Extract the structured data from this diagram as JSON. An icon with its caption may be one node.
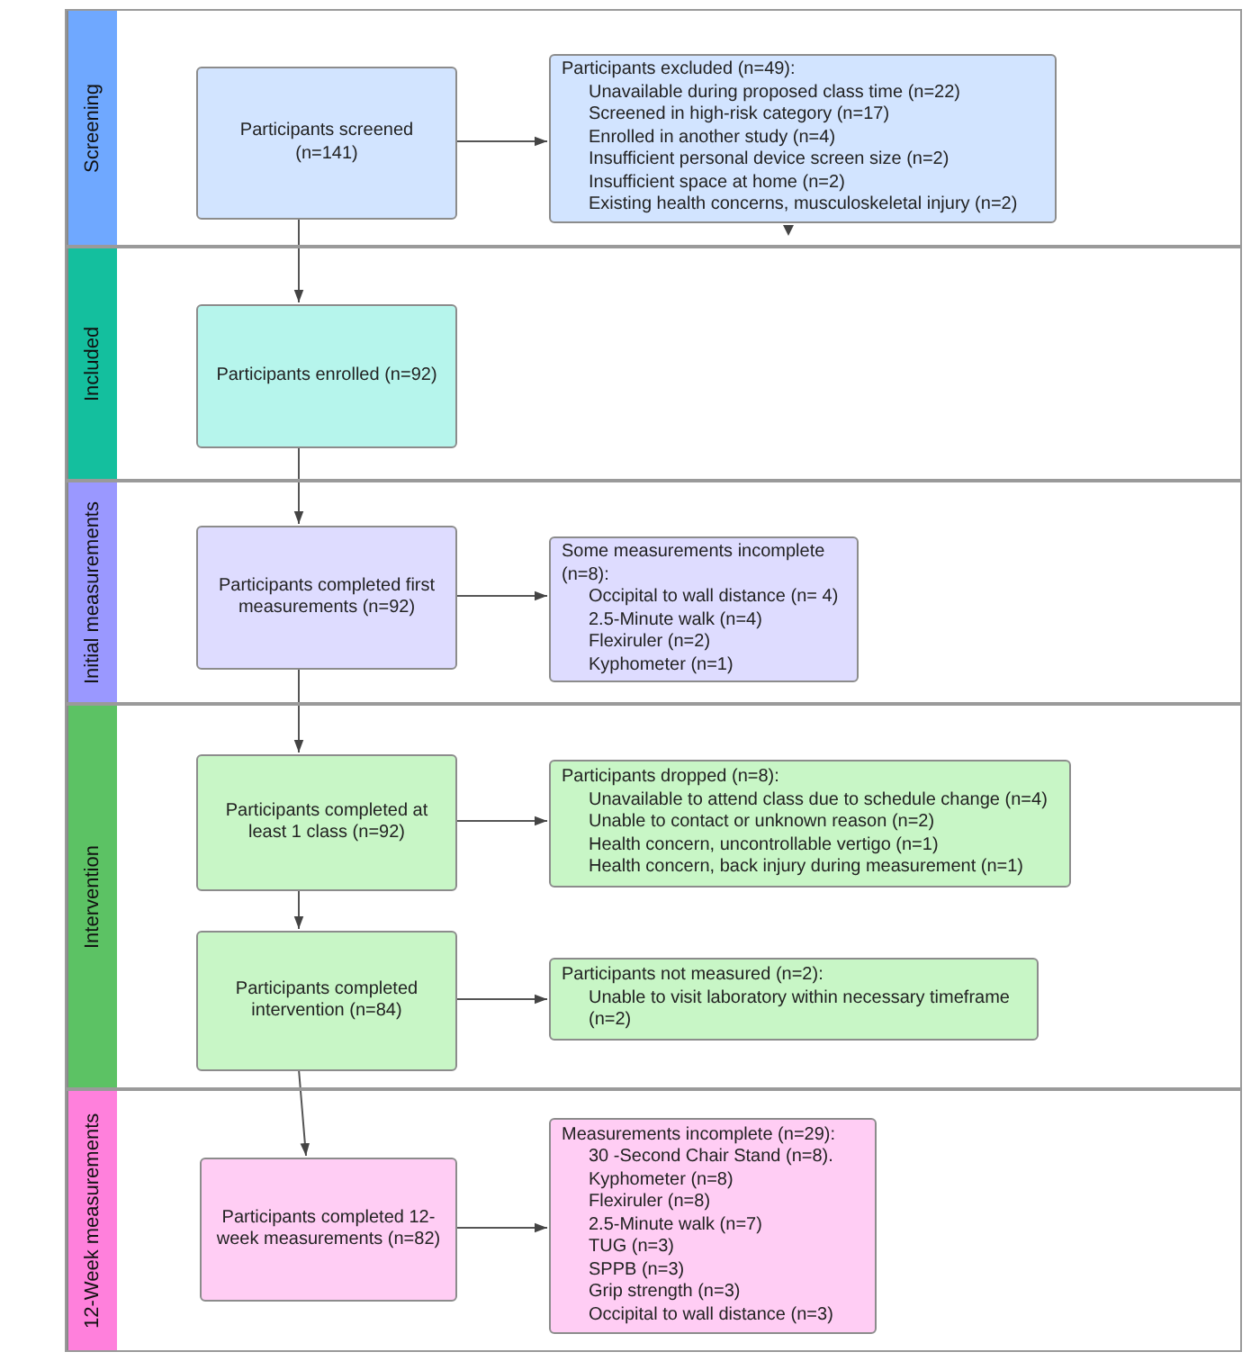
{
  "diagram": {
    "nodes": [
      {
        "text": [
          "Screening"
        ]
      },
      {
        "text": [
          "Participants screened (n=141)"
        ],
        "in": 0
      },
      {
        "text": [
          "Participants excluded (n=49):",
          "Unavailable during proposed class time (n=22)",
          "Screened in high-risk category (n=17)",
          "Enrolled in another study (n=4)",
          "Insufficient personal device screen size (n=2)",
          "Insufficient space at home (n=2)",
          "Existing health concerns, musculoskeletal injury (n=2)"
        ],
        "in": 0
      },
      {
        "text": [
          "Included"
        ]
      },
      {
        "text": [
          "Participants enrolled (n=92)"
        ],
        "in": 3
      },
      {
        "text": [
          "Initial measurements"
        ]
      },
      {
        "text": [
          "Participants completed first measurements (n=92)"
        ],
        "in": 5
      },
      {
        "text": [
          "Some measurements incomplete (n=8):",
          "Occipital to wall distance (n= 4)",
          "2.5-Minute walk (n=4)",
          "Flexiruler (n=2)",
          "Kyphometer (n=1)"
        ],
        "in": 5
      },
      {
        "text": [
          "Intervention"
        ]
      },
      {
        "text": [
          "Participants completed at least 1 class (n=92)"
        ],
        "in": 8
      },
      {
        "text": [
          "Participants dropped (n=8):",
          "Unavailable to attend class due to schedule change (n=4)",
          "Unable to contact or unknown reason (n=2)",
          "Health concern, uncontrollable vertigo (n=1)",
          "Health concern, back injury during measurement (n=1)"
        ],
        "in": 8
      },
      {
        "text": [
          "Participants completed intervention (n=84)"
        ],
        "in": 8
      },
      {
        "text": [
          "Participants not measured (n=2):",
          "Unable to visit laboratory within necessary timeframe (n=2)"
        ],
        "in": 8
      },
      {
        "text": [
          "12-Week measurements"
        ]
      },
      {
        "text": [
          "Participants completed 12-week measurements (n=82)"
        ],
        "in": 13
      },
      {
        "text": [
          "Measurements incomplete (n=29):",
          "30 -Second Chair Stand (n=8).",
          "Kyphometer (n=8)",
          "Flexiruler (n=8)",
          "2.5-Minute walk (n=7)",
          "TUG (n=3)",
          "SPPB (n=3)",
          "Grip strength (n=3)",
          "Occipital to wall distance (n=3)"
        ],
        "in": 13
      }
    ],
    "edges": [
      {
        "from": 1,
        "to": 2,
        "arrow": "to"
      },
      {
        "from": 1,
        "to": 4,
        "arrow": "to"
      },
      {
        "from": 4,
        "to": 6,
        "arrow": "to"
      },
      {
        "from": 6,
        "to": 7,
        "arrow": "to"
      },
      {
        "from": 6,
        "to": 9,
        "arrow": "to"
      },
      {
        "from": 9,
        "to": 10,
        "arrow": "to"
      },
      {
        "from": 9,
        "to": 11,
        "arrow": "to"
      },
      {
        "from": 11,
        "to": 12,
        "arrow": "to"
      },
      {
        "from": 11,
        "to": 14,
        "arrow": "to"
      },
      {
        "from": 14,
        "to": 15,
        "arrow": "to"
      }
    ]
  }
}
